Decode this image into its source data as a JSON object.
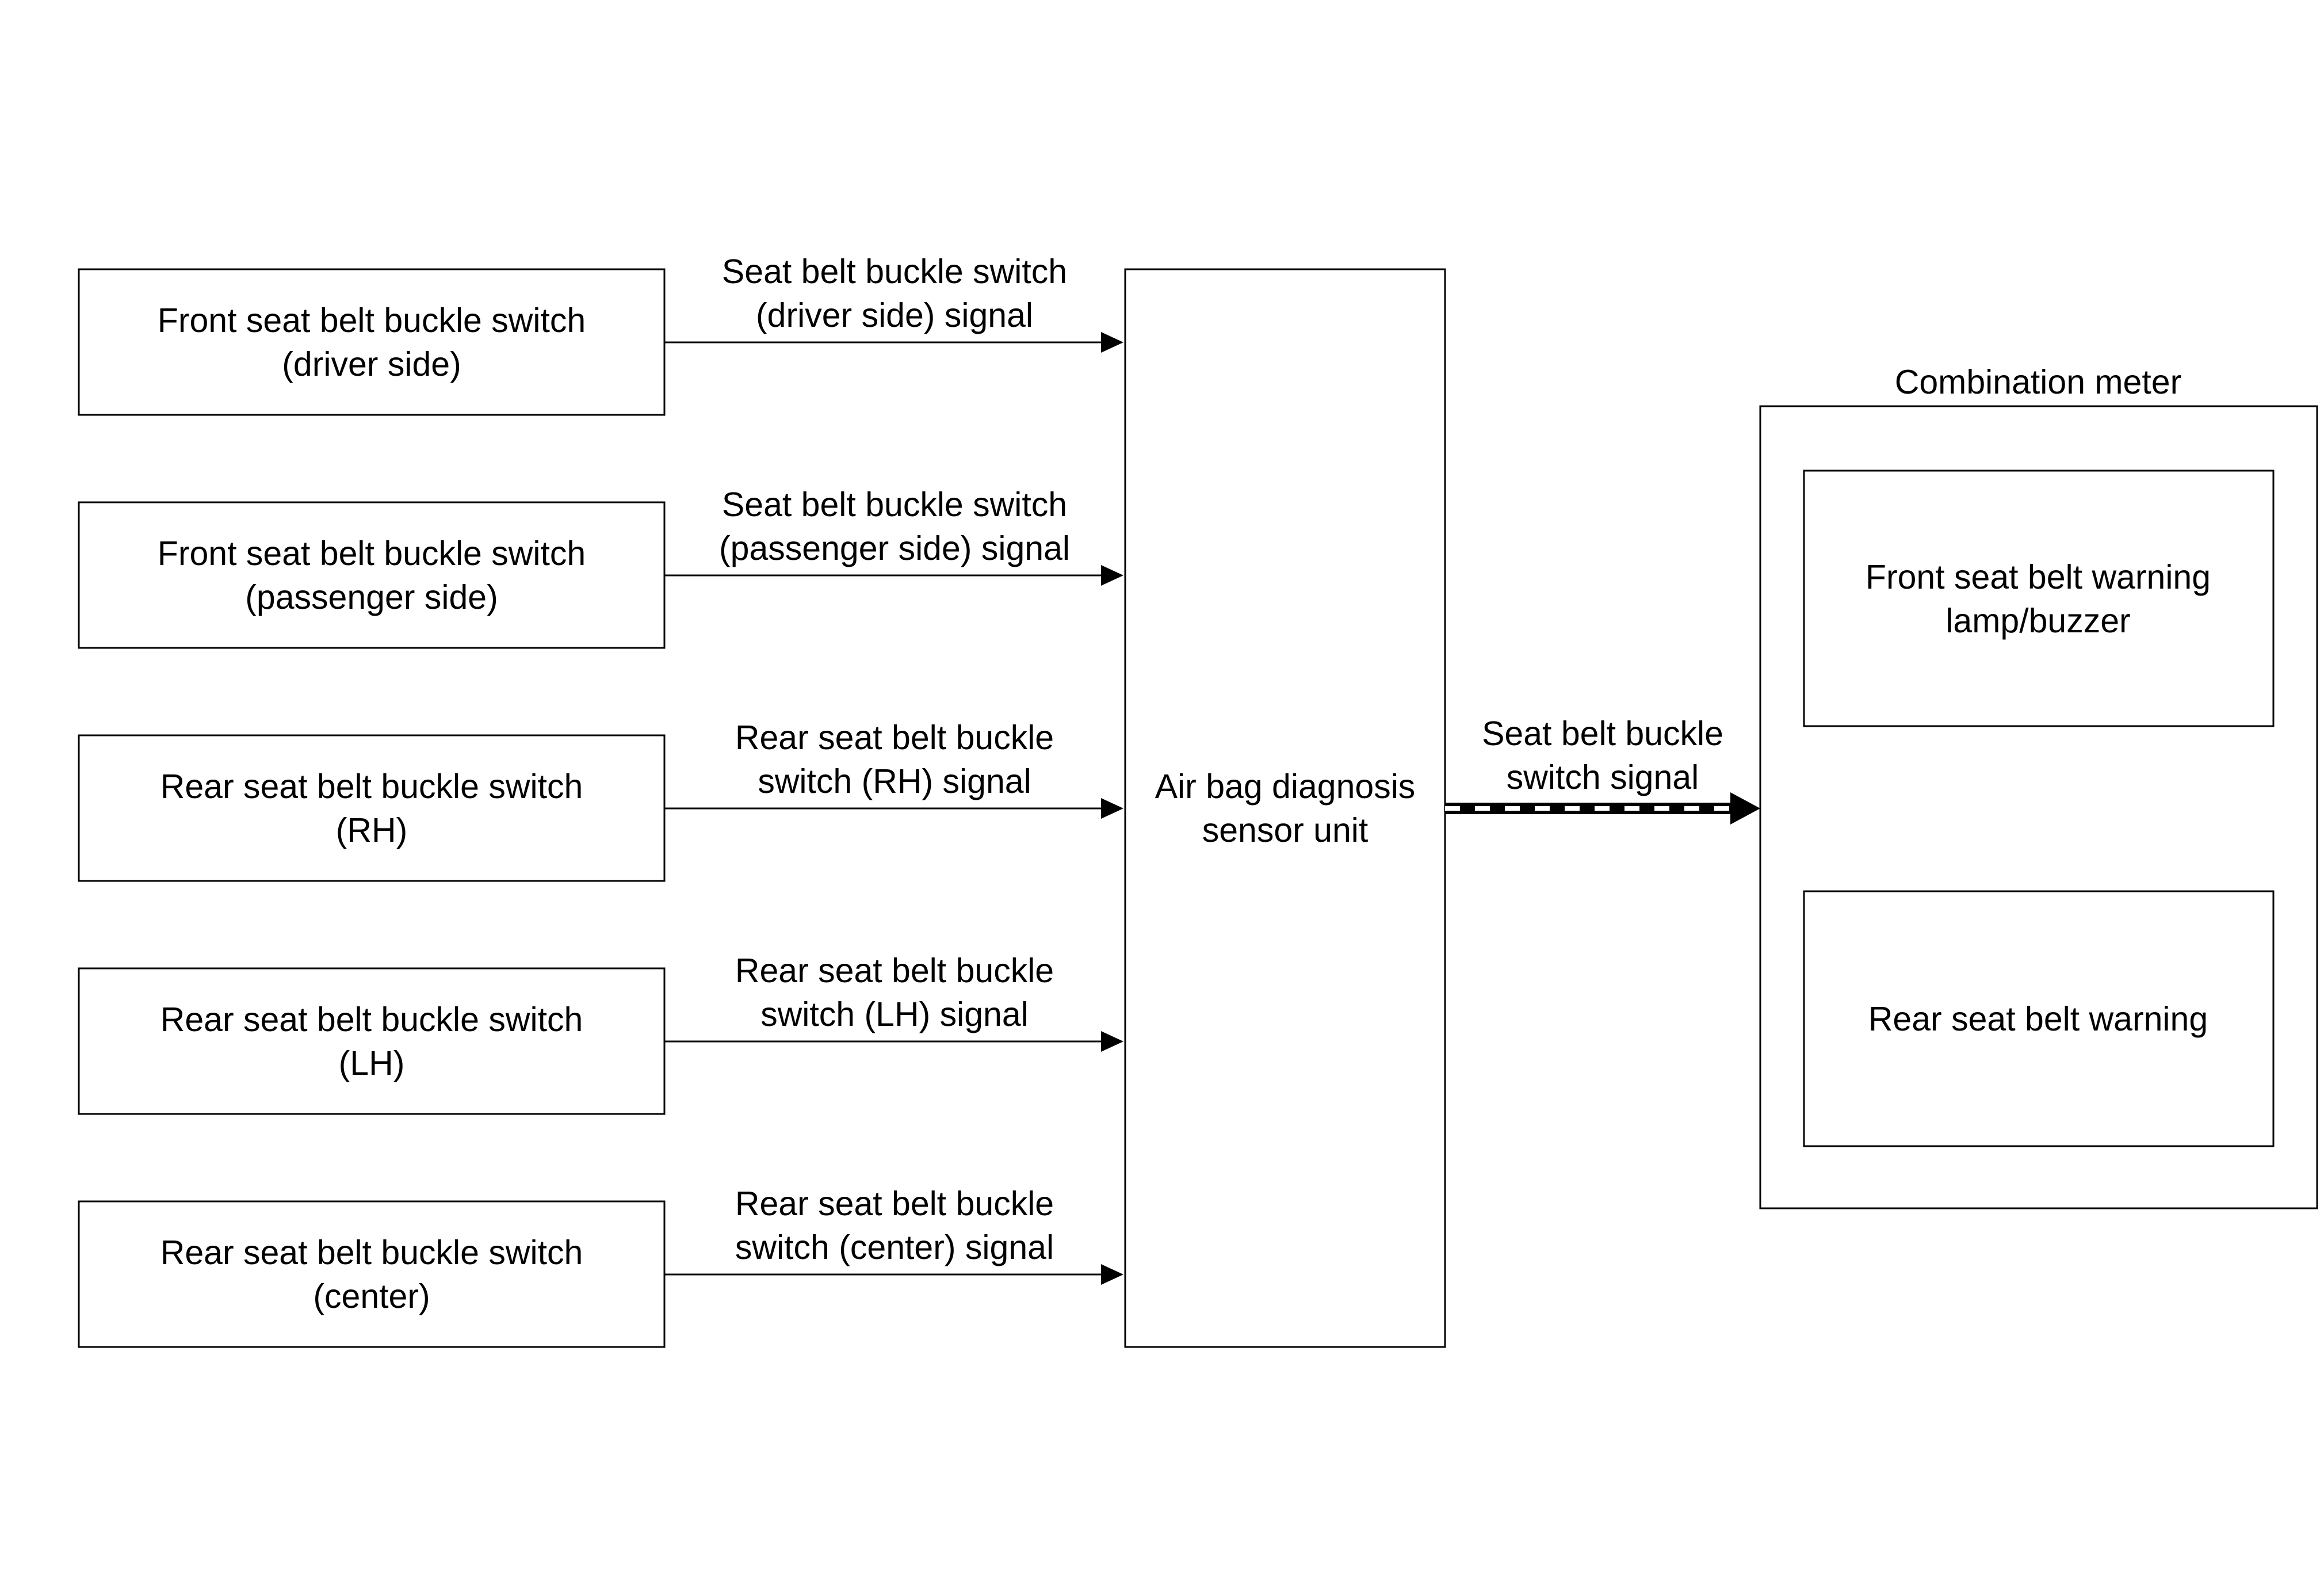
{
  "inputs": [
    {
      "box_lines": [
        "Front seat belt buckle switch",
        "(driver side)"
      ],
      "signal_lines": [
        "Seat belt buckle switch",
        "(driver side) signal"
      ]
    },
    {
      "box_lines": [
        "Front seat belt buckle switch",
        "(passenger side)"
      ],
      "signal_lines": [
        "Seat belt buckle switch",
        "(passenger side) signal"
      ]
    },
    {
      "box_lines": [
        "Rear seat belt buckle switch",
        "(RH)"
      ],
      "signal_lines": [
        "Rear seat belt buckle",
        "switch (RH) signal"
      ]
    },
    {
      "box_lines": [
        "Rear seat belt buckle switch",
        "(LH)"
      ],
      "signal_lines": [
        "Rear seat belt buckle",
        "switch (LH) signal"
      ]
    },
    {
      "box_lines": [
        "Rear seat belt buckle switch",
        "(center)"
      ],
      "signal_lines": [
        "Rear seat belt buckle",
        "switch (center) signal"
      ]
    }
  ],
  "controller": {
    "label_lines": [
      "Air bag diagnosis",
      "sensor unit"
    ]
  },
  "output_signal": {
    "label_lines": [
      "Seat belt buckle",
      "switch signal"
    ],
    "line_style": "dashed-communication"
  },
  "meter": {
    "title": "Combination meter",
    "front_lines": [
      "Front seat belt warning",
      "lamp/buzzer"
    ],
    "rear_lines": [
      "Rear seat belt warning"
    ]
  }
}
